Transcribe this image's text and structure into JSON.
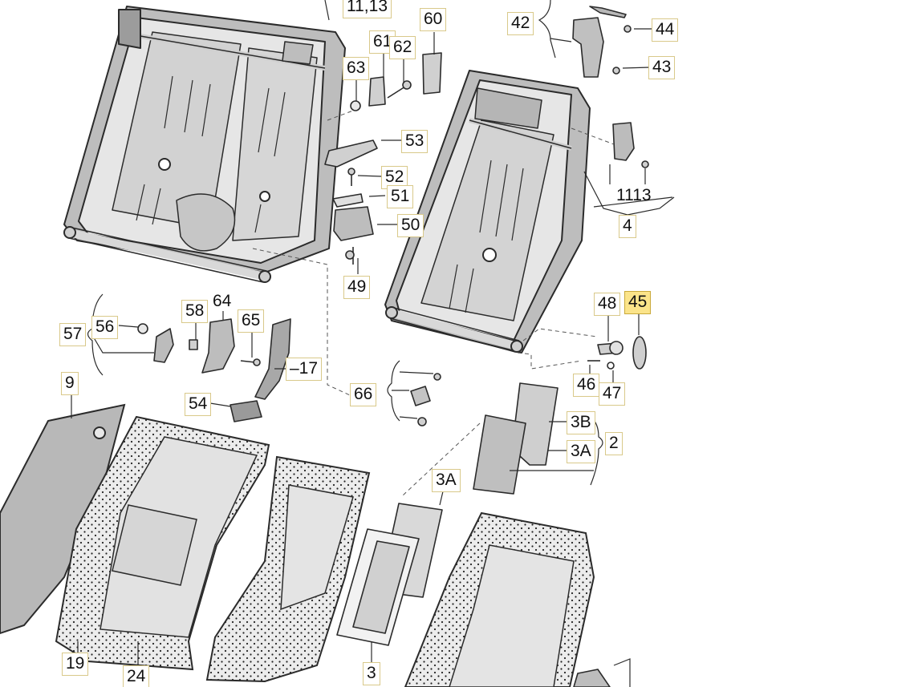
{
  "diagram": {
    "callouts": [
      {
        "id": "c-11-13-top",
        "text": "11,13"
      },
      {
        "id": "c-60",
        "text": "60"
      },
      {
        "id": "c-61",
        "text": "61"
      },
      {
        "id": "c-62",
        "text": "62"
      },
      {
        "id": "c-63",
        "text": "63"
      },
      {
        "id": "c-42",
        "text": "42"
      },
      {
        "id": "c-44",
        "text": "44"
      },
      {
        "id": "c-43",
        "text": "43"
      },
      {
        "id": "c-53",
        "text": "53"
      },
      {
        "id": "c-52",
        "text": "52"
      },
      {
        "id": "c-51",
        "text": "51"
      },
      {
        "id": "c-50",
        "text": "50"
      },
      {
        "id": "c-49",
        "text": "49"
      },
      {
        "id": "c-1113",
        "text": "1113"
      },
      {
        "id": "c-4",
        "text": "4"
      },
      {
        "id": "c-48",
        "text": "48"
      },
      {
        "id": "c-45",
        "text": "45",
        "highlight": true
      },
      {
        "id": "c-46",
        "text": "46"
      },
      {
        "id": "c-47",
        "text": "47"
      },
      {
        "id": "c-57",
        "text": "57"
      },
      {
        "id": "c-56",
        "text": "56"
      },
      {
        "id": "c-58",
        "text": "58"
      },
      {
        "id": "c-64",
        "text": "64"
      },
      {
        "id": "c-65",
        "text": "65"
      },
      {
        "id": "c-17",
        "text": "–17"
      },
      {
        "id": "c-9",
        "text": "9"
      },
      {
        "id": "c-54",
        "text": "54"
      },
      {
        "id": "c-66",
        "text": "66"
      },
      {
        "id": "c-3b",
        "text": "3B"
      },
      {
        "id": "c-3a-right",
        "text": "3A"
      },
      {
        "id": "c-2",
        "text": "2"
      },
      {
        "id": "c-3a-mid",
        "text": "3A"
      },
      {
        "id": "c-19",
        "text": "19"
      },
      {
        "id": "c-24",
        "text": "24"
      },
      {
        "id": "c-3",
        "text": "3"
      }
    ],
    "colors": {
      "line": "#2b2b2b",
      "part_fill": "#e4e4e4",
      "part_dark": "#a9a9a9",
      "highlight": "#fbe48a",
      "callout_border": "#d9c98a"
    }
  }
}
